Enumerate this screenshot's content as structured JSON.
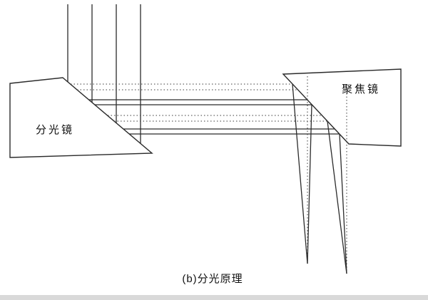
{
  "diagram": {
    "beam_splitter_label": "分光镜",
    "focusing_mirror_label": "聚焦镜",
    "caption": "(b)分光原理"
  },
  "colors": {
    "line": "#2b2b2b",
    "text": "#111111",
    "background": "#ffffff",
    "page_edge_strip": "#d9d9d9"
  }
}
